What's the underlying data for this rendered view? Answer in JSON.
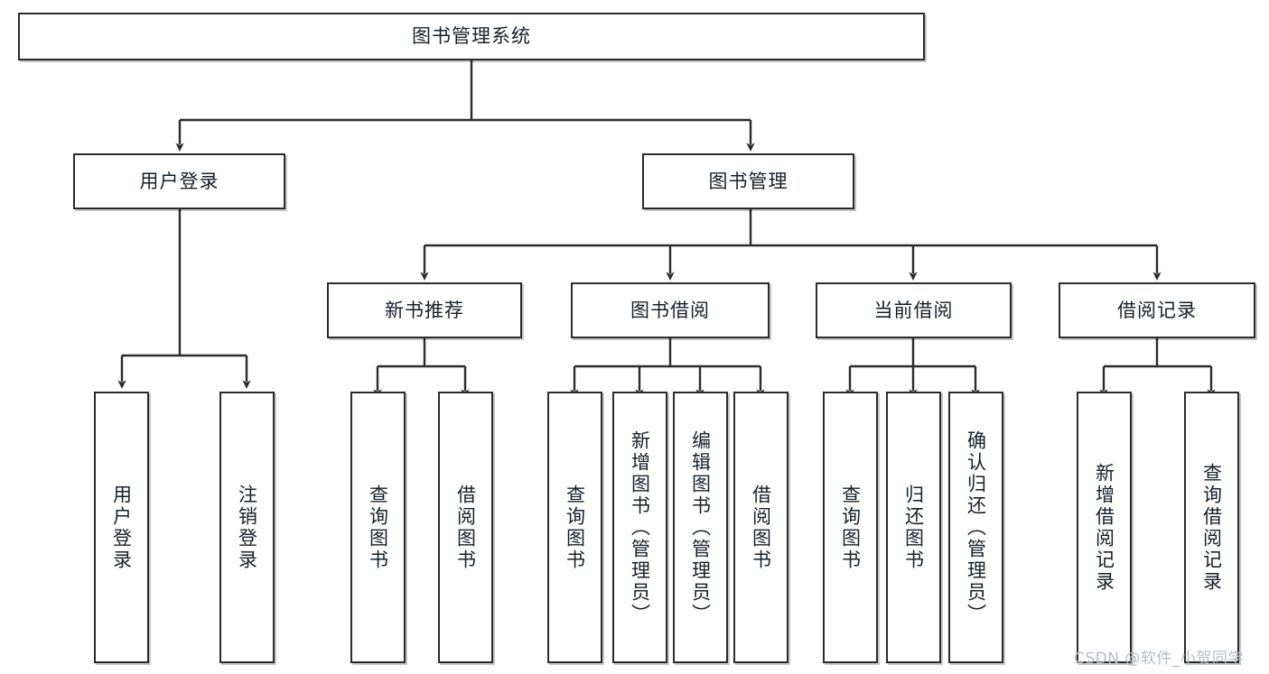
{
  "diagram": {
    "title": "图书管理系统",
    "type": "tree-hierarchy-chart",
    "orientation": "top-down",
    "root": {
      "label": "图书管理系统"
    },
    "level2": [
      {
        "label": "用户登录"
      },
      {
        "label": "图书管理"
      }
    ],
    "level3": [
      {
        "label": "新书推荐"
      },
      {
        "label": "图书借阅"
      },
      {
        "label": "当前借阅"
      },
      {
        "label": "借阅记录"
      }
    ],
    "leaves": {
      "user_login": [
        {
          "label": "用户登录"
        },
        {
          "label": "注销登录"
        }
      ],
      "new_book_recommend": [
        {
          "label": "查询图书"
        },
        {
          "label": "借阅图书"
        }
      ],
      "book_borrow": [
        {
          "label": "查询图书"
        },
        {
          "label": "新增图书（管理员）"
        },
        {
          "label": "编辑图书（管理员）"
        },
        {
          "label": "借阅图书"
        }
      ],
      "current_borrow": [
        {
          "label": "查询图书"
        },
        {
          "label": "归还图书"
        },
        {
          "label": "确认归还（管理员）"
        }
      ],
      "borrow_record": [
        {
          "label": "新增借阅记录"
        },
        {
          "label": "查询借阅记录"
        }
      ]
    }
  },
  "watermark": {
    "text": "CSDN @软件_小贺同学"
  },
  "colors": {
    "node_border": "#2b2b2b",
    "node_fill": "#ffffff",
    "edge": "#2b2b2b",
    "text": "#16202b",
    "watermark": "#b6bcc4",
    "background": "#ffffff"
  }
}
